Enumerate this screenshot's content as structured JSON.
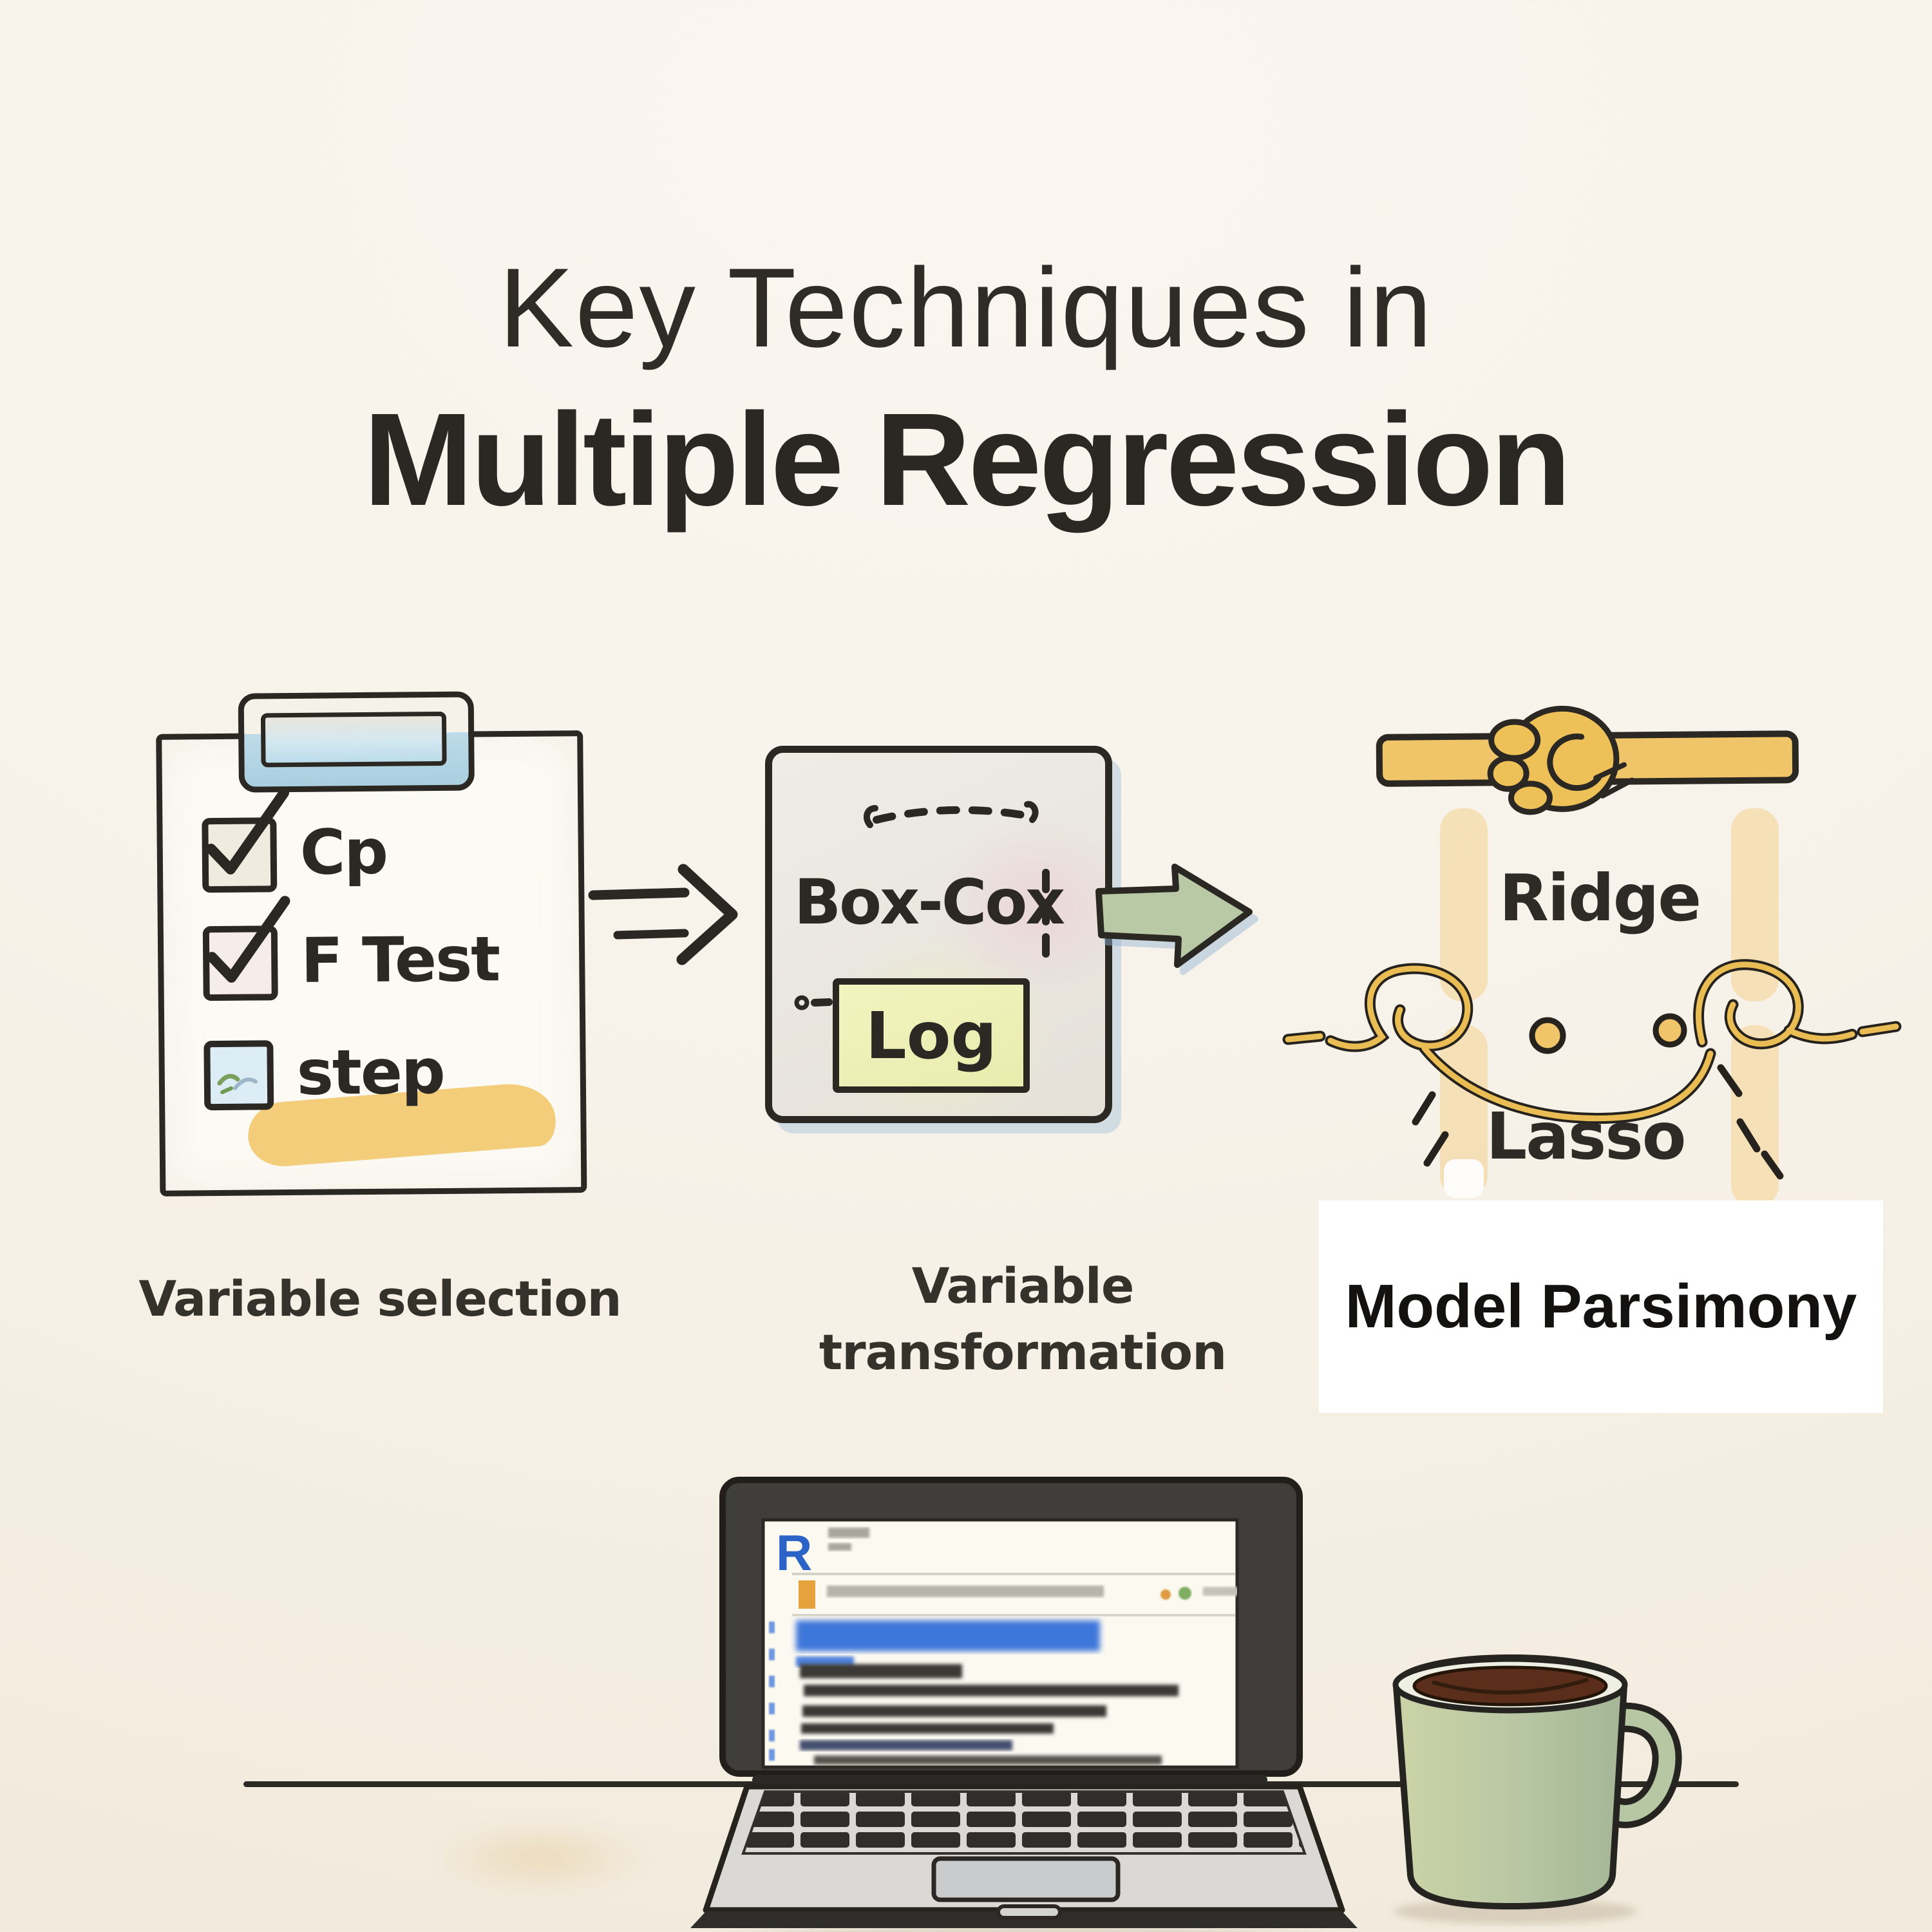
{
  "title": {
    "line1": "Key Techniques in",
    "line2": "Multiple Regression"
  },
  "selection": {
    "caption": "Variable selection",
    "items": [
      {
        "label": "Cp",
        "checked": true
      },
      {
        "label": "F Test",
        "checked": true
      },
      {
        "label": "step",
        "checked": false
      }
    ]
  },
  "transformation": {
    "caption_line1": "Variable",
    "caption_line2": "transformation",
    "box_label": "Box-Cox",
    "log_label": "Log"
  },
  "parsimony": {
    "ridge_label": "Ridge",
    "lasso_label": "Lasso",
    "caption": "Model Parsimony"
  },
  "laptop": {
    "screen_logo": "R"
  },
  "colors": {
    "background": "#f8f4ec",
    "ink": "#2b2824",
    "rope_gold": "#f0c468",
    "arrow_green": "#b9c8a5",
    "highlight_yellow": "#f3ca74",
    "clip_blue": "#bddbe8",
    "log_yellow": "#eef0b4",
    "r_logo_blue": "#2c63c6",
    "mug_green": "#b7c6a3",
    "parsimony_bg": "#ffffff"
  }
}
